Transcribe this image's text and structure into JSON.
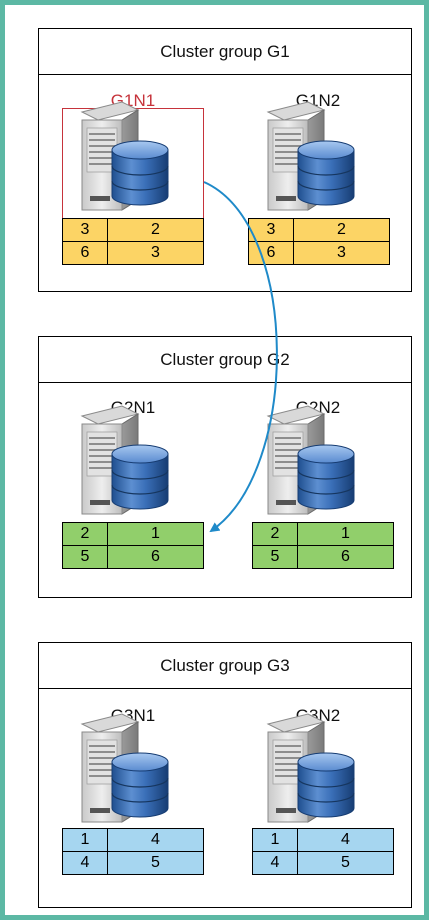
{
  "groups": [
    {
      "title": "Cluster group G1",
      "nodes": [
        {
          "label": "G1N1",
          "rows": [
            [
              "3",
              "2"
            ],
            [
              "6",
              "3"
            ]
          ]
        },
        {
          "label": "G1N2",
          "rows": [
            [
              "3",
              "2"
            ],
            [
              "6",
              "3"
            ]
          ]
        }
      ]
    },
    {
      "title": "Cluster group G2",
      "nodes": [
        {
          "label": "G2N1",
          "rows": [
            [
              "2",
              "1"
            ],
            [
              "5",
              "6"
            ]
          ]
        },
        {
          "label": "G2N2",
          "rows": [
            [
              "2",
              "1"
            ],
            [
              "5",
              "6"
            ]
          ]
        }
      ]
    },
    {
      "title": "Cluster group G3",
      "nodes": [
        {
          "label": "G3N1",
          "rows": [
            [
              "1",
              "4"
            ],
            [
              "4",
              "5"
            ]
          ]
        },
        {
          "label": "G3N2",
          "rows": [
            [
              "1",
              "4"
            ],
            [
              "4",
              "5"
            ]
          ]
        }
      ]
    }
  ],
  "colors": {
    "frame": "#5cb8a4",
    "highlight": "#c6333b",
    "arrow": "#1f8ac9",
    "g1_table": "#fcd465",
    "g2_table": "#91cf6b",
    "g3_table": "#a6d6f0"
  },
  "icons": {
    "server": "server-tower-icon",
    "database": "database-cylinder-icon"
  }
}
